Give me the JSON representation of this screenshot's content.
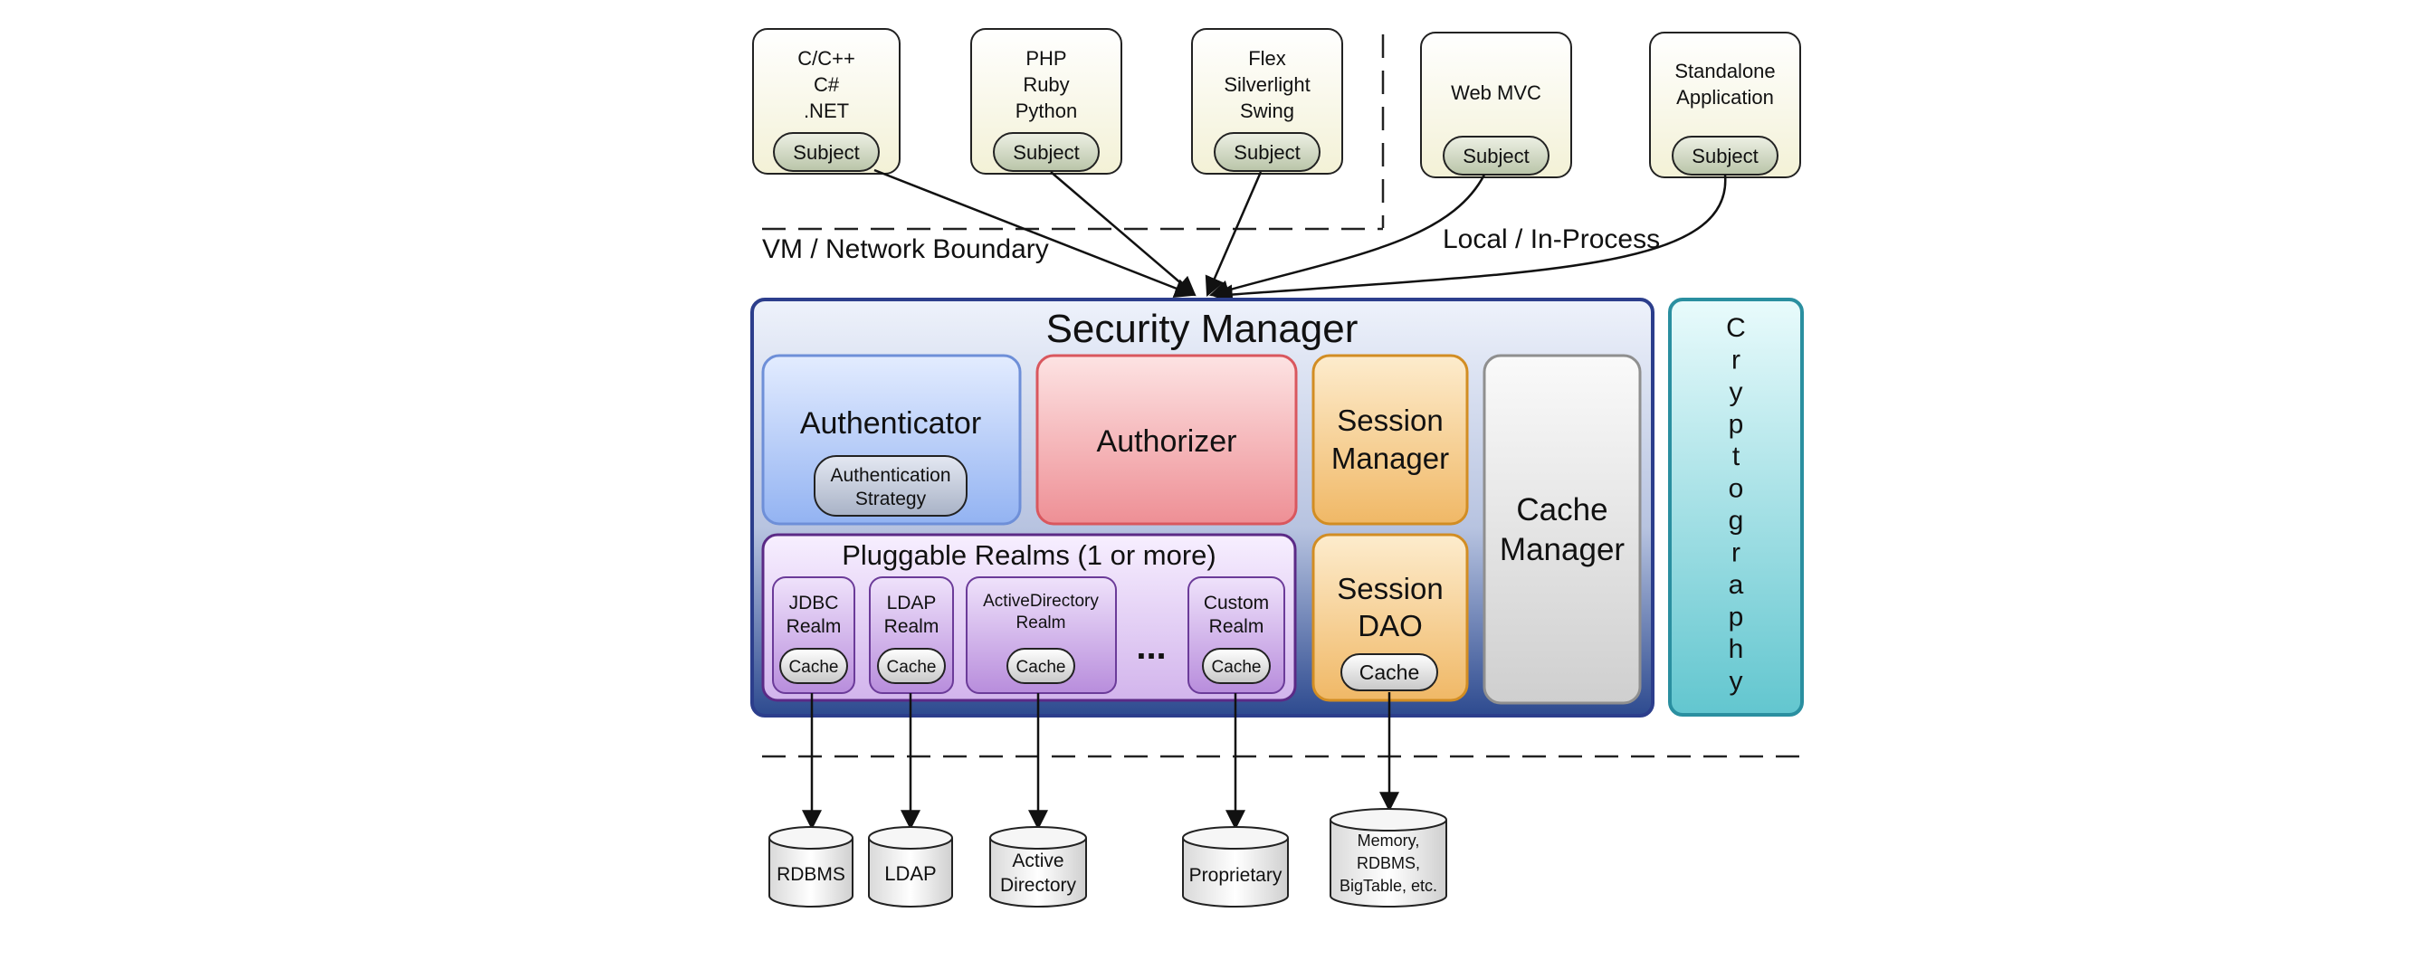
{
  "clients": [
    {
      "lines": [
        "C/C++",
        "C#",
        ".NET"
      ],
      "subject": "Subject"
    },
    {
      "lines": [
        "PHP",
        "Ruby",
        "Python"
      ],
      "subject": "Subject"
    },
    {
      "lines": [
        "Flex",
        "Silverlight",
        "Swing"
      ],
      "subject": "Subject"
    },
    {
      "lines": [
        "Web MVC"
      ],
      "subject": "Subject"
    },
    {
      "lines": [
        "Standalone",
        "Application"
      ],
      "subject": "Subject"
    }
  ],
  "boundaries": {
    "vm_network": "VM / Network Boundary",
    "local": "Local / In-Process"
  },
  "security_manager": {
    "title": "Security Manager",
    "authenticator": "Authenticator",
    "auth_strategy": [
      "Authentication",
      "Strategy"
    ],
    "authorizer": "Authorizer",
    "session_manager": [
      "Session",
      "Manager"
    ],
    "cache_manager": [
      "Cache",
      "Manager"
    ],
    "session_dao": [
      "Session",
      "DAO"
    ],
    "session_dao_cache": "Cache",
    "realms_title": "Pluggable Realms (1 or more)",
    "realms": [
      {
        "lines": [
          "JDBC",
          "Realm"
        ],
        "cache": "Cache"
      },
      {
        "lines": [
          "LDAP",
          "Realm"
        ],
        "cache": "Cache"
      },
      {
        "lines": [
          "ActiveDirectory",
          "Realm"
        ],
        "cache": "Cache"
      },
      {
        "lines": [
          "Custom",
          "Realm"
        ],
        "cache": "Cache"
      }
    ],
    "ellipsis": "..."
  },
  "cryptography": [
    "C",
    "r",
    "y",
    "p",
    "t",
    "o",
    "g",
    "r",
    "a",
    "p",
    "h",
    "y"
  ],
  "datastores": [
    {
      "lines": [
        "RDBMS"
      ]
    },
    {
      "lines": [
        "LDAP"
      ]
    },
    {
      "lines": [
        "Active",
        "Directory"
      ]
    },
    {
      "lines": [
        "Proprietary"
      ]
    },
    {
      "lines": [
        "Memory,",
        "RDBMS,",
        "BigTable, etc."
      ]
    }
  ],
  "colors": {
    "client_fill": "#fbfbe8",
    "subject_fill": "#d4dcc6",
    "sm_border": "#2c3e8c",
    "authenticator": "#b4caf7",
    "authorizer": "#f2a7ab",
    "session": "#f6cf92",
    "cache_manager": "#e6e6e6",
    "realm": "#d7b7ee",
    "crypto": "#9fdde3"
  }
}
